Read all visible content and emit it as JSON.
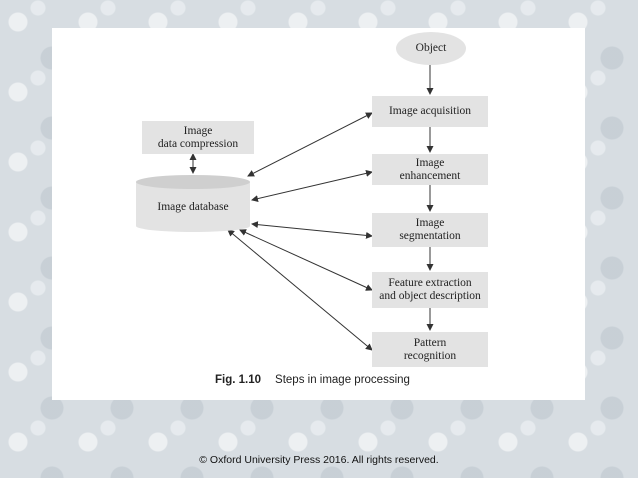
{
  "nodes": {
    "object": "Object",
    "acquisition": "Image acquisition",
    "enhancement": [
      "Image",
      "enhancement"
    ],
    "segmentation": [
      "Image",
      "segmentation"
    ],
    "feature": [
      "Feature extraction",
      "and object description"
    ],
    "recognition": [
      "Pattern",
      "recognition"
    ],
    "compression": [
      "Image",
      "data compression"
    ],
    "database": "Image database"
  },
  "caption": {
    "number": "Fig. 1.10",
    "text": "Steps in image processing"
  },
  "footer": "© Oxford University Press 2016. All rights reserved.",
  "colors": {
    "box": "#e3e3e3",
    "arrow": "#333333",
    "panel": "#ffffff"
  }
}
